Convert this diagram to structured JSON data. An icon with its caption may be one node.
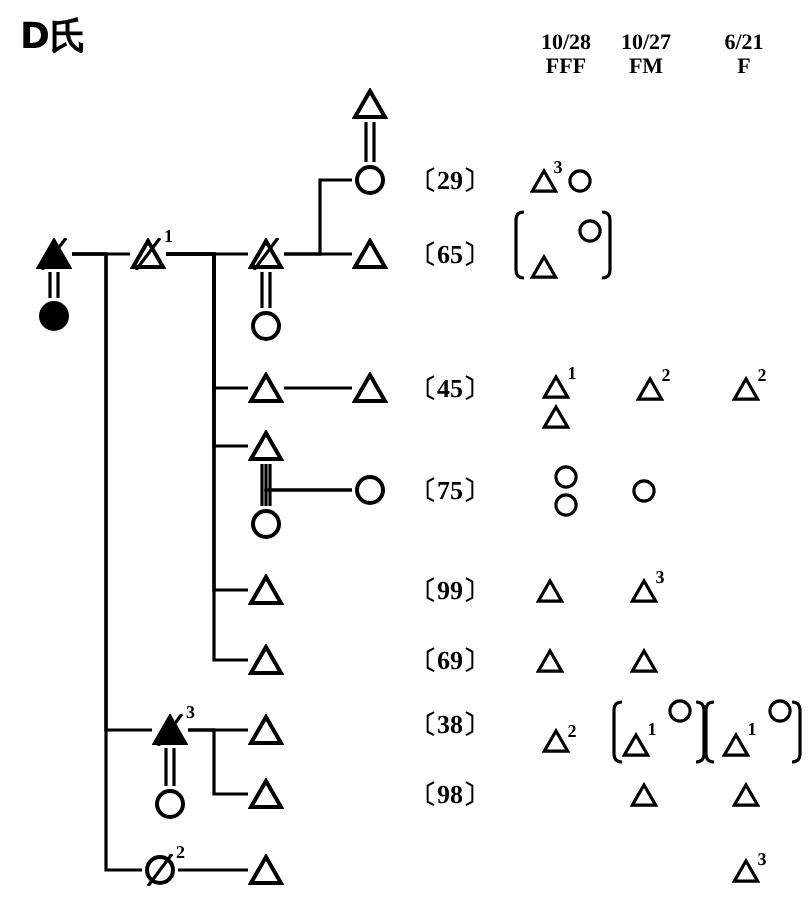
{
  "diagram": {
    "title": "D氏",
    "nodes": [
      {
        "text": [],
        "shape": "triangle"
      },
      {
        "text": [],
        "shape": "circle"
      },
      {
        "text": [],
        "shape": "triangle"
      },
      {
        "text": [],
        "shape": "triangle",
        "beside": [
          "1"
        ]
      },
      {
        "text": [],
        "shape": "triangle"
      },
      {
        "text": [],
        "shape": "triangle"
      },
      {
        "text": [],
        "shape": "circle"
      },
      {
        "text": [],
        "shape": "circle"
      },
      {
        "text": [],
        "shape": "triangle"
      },
      {
        "text": [],
        "shape": "triangle"
      },
      {
        "text": [],
        "shape": "triangle"
      },
      {
        "text": [],
        "shape": "circle"
      },
      {
        "text": [],
        "shape": "circle"
      },
      {
        "text": [],
        "shape": "triangle"
      },
      {
        "text": [],
        "shape": "triangle"
      },
      {
        "text": [],
        "shape": "triangle",
        "beside": [
          "3"
        ]
      },
      {
        "text": [],
        "shape": "triangle"
      },
      {
        "text": [],
        "shape": "circle"
      },
      {
        "text": [],
        "shape": "triangle"
      },
      {
        "text": [],
        "shape": "circle",
        "beside": [
          "2"
        ]
      },
      {
        "text": [],
        "shape": "triangle"
      }
    ],
    "edges": [
      {
        "from": 2,
        "to": 6,
        "arrow": "none"
      },
      {
        "from": 2,
        "to": 3,
        "arrow": "none"
      },
      {
        "from": 2,
        "to": 15,
        "arrow": "none"
      },
      {
        "from": 2,
        "to": 19,
        "arrow": "none"
      },
      {
        "from": 3,
        "to": 4,
        "arrow": "none"
      },
      {
        "from": 3,
        "to": 8,
        "arrow": "none"
      },
      {
        "from": 3,
        "to": 10,
        "arrow": "none"
      },
      {
        "from": 3,
        "to": 13,
        "arrow": "none"
      },
      {
        "from": 3,
        "to": 14,
        "arrow": "none"
      },
      {
        "from": 4,
        "to": 7,
        "arrow": "none"
      },
      {
        "from": 4,
        "to": 5,
        "arrow": "none"
      },
      {
        "from": 4,
        "to": 1,
        "arrow": "none"
      },
      {
        "from": 0,
        "to": 1,
        "arrow": "none"
      },
      {
        "from": 8,
        "to": 9,
        "arrow": "none"
      },
      {
        "from": 10,
        "to": 11,
        "arrow": "none"
      },
      {
        "from": 12,
        "to": 11,
        "arrow": "none"
      },
      {
        "from": 10,
        "to": 12,
        "arrow": "none"
      },
      {
        "from": 15,
        "to": 17,
        "arrow": "none"
      },
      {
        "from": 15,
        "to": 16,
        "arrow": "none"
      },
      {
        "from": 15,
        "to": 18,
        "arrow": "none"
      },
      {
        "from": 19,
        "to": 20,
        "arrow": "none"
      }
    ],
    "labels": [
      "10/28",
      "FFF",
      "10/27",
      "FM",
      "6/21",
      "F",
      "〔29〕",
      "3",
      "〔65〕",
      "〔45〕",
      "1",
      "2",
      "2",
      "〔75〕",
      "〔99〕",
      "3",
      "〔69〕",
      "〔38〕",
      "2",
      "1",
      "1",
      "〔98〕",
      "3"
    ]
  }
}
